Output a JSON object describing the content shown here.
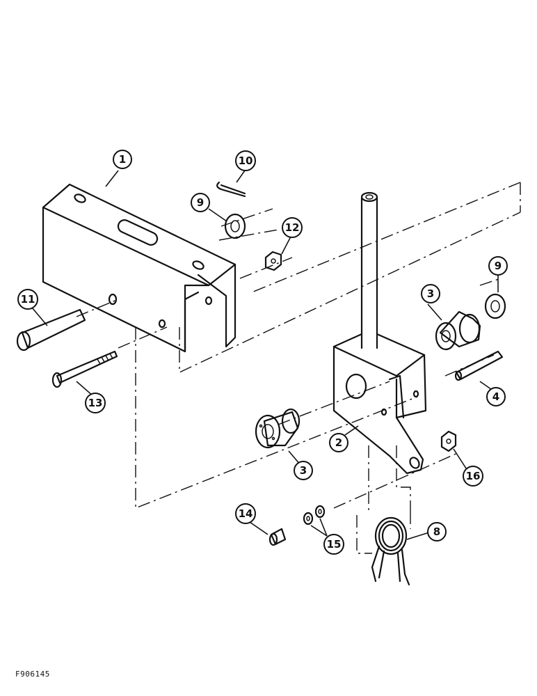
{
  "figure_id": "F906145",
  "callouts": [
    "1",
    "2",
    "3",
    "3",
    "4",
    "8",
    "9",
    "9",
    "10",
    "11",
    "12",
    "13",
    "14",
    "15",
    "16"
  ]
}
